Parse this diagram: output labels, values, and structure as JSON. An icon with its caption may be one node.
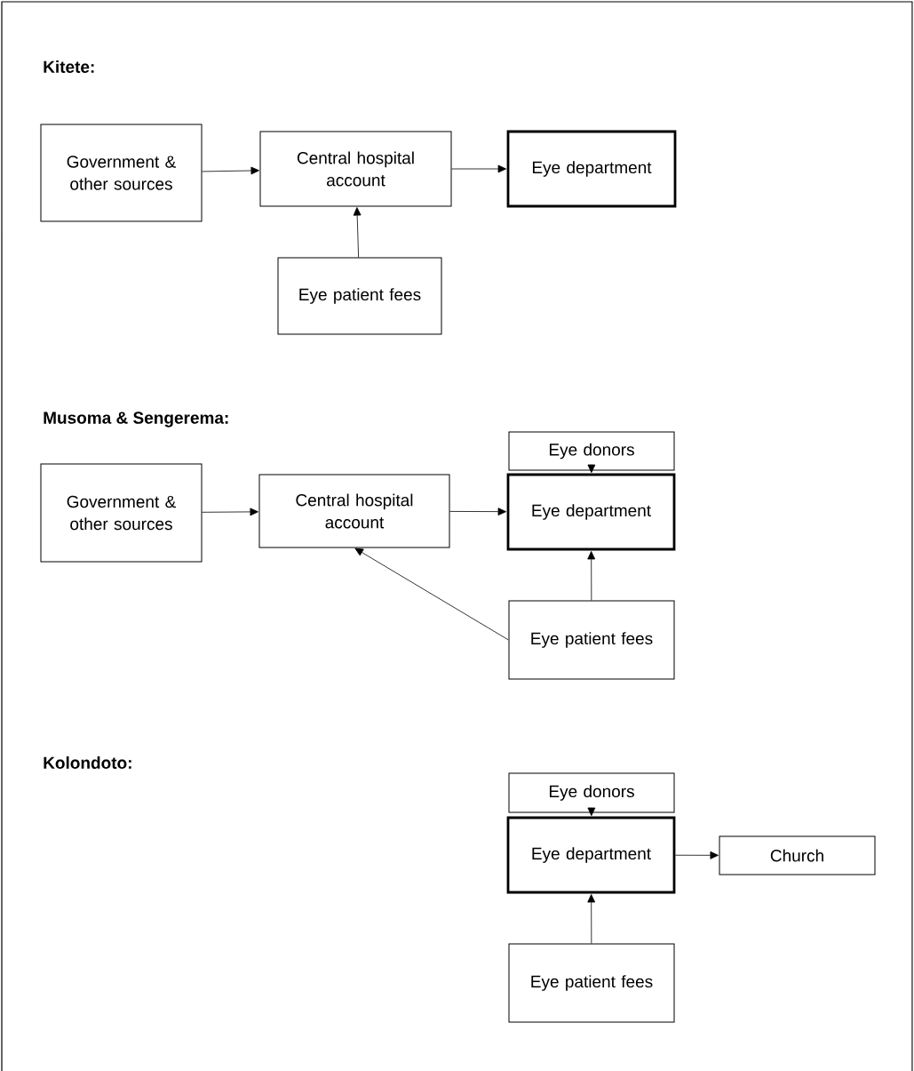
{
  "diagram": {
    "nodes": [
      {
        "text": [
          "Government & other sources"
        ]
      },
      {
        "text": [
          "Central hospital account"
        ]
      },
      {
        "text": [
          "Eye department"
        ]
      },
      {
        "text": [
          "Eye patient fees"
        ]
      },
      {
        "text": [
          "Eye donors"
        ]
      },
      {
        "text": [
          "Government & other sources"
        ]
      },
      {
        "text": [
          "Central hospital account"
        ]
      },
      {
        "text": [
          "Eye department"
        ]
      },
      {
        "text": [
          "Eye patient fees"
        ]
      },
      {
        "text": [
          "Eye donors"
        ]
      },
      {
        "text": [
          "Eye department"
        ]
      },
      {
        "text": [
          "Church"
        ]
      },
      {
        "text": [
          "Eye patient fees"
        ]
      }
    ],
    "edges": [
      {
        "from": 0,
        "to": 1,
        "arrow": "to"
      },
      {
        "from": 1,
        "to": 2,
        "arrow": "to"
      },
      {
        "from": 3,
        "to": 1,
        "arrow": "to"
      },
      {
        "from": 4,
        "to": 7,
        "arrow": "to"
      },
      {
        "from": 5,
        "to": 6,
        "arrow": "to"
      },
      {
        "from": 6,
        "to": 7,
        "arrow": "to"
      },
      {
        "from": 8,
        "to": 7,
        "arrow": "to"
      },
      {
        "from": 8,
        "to": 6,
        "arrow": "to"
      },
      {
        "from": 9,
        "to": 10,
        "arrow": "to"
      },
      {
        "from": 10,
        "to": 11,
        "arrow": "to"
      },
      {
        "from": 12,
        "to": 10,
        "arrow": "to"
      }
    ],
    "labels": [
      "Kitete:",
      "Musoma & Sengerema:",
      "Kolondoto:"
    ]
  }
}
